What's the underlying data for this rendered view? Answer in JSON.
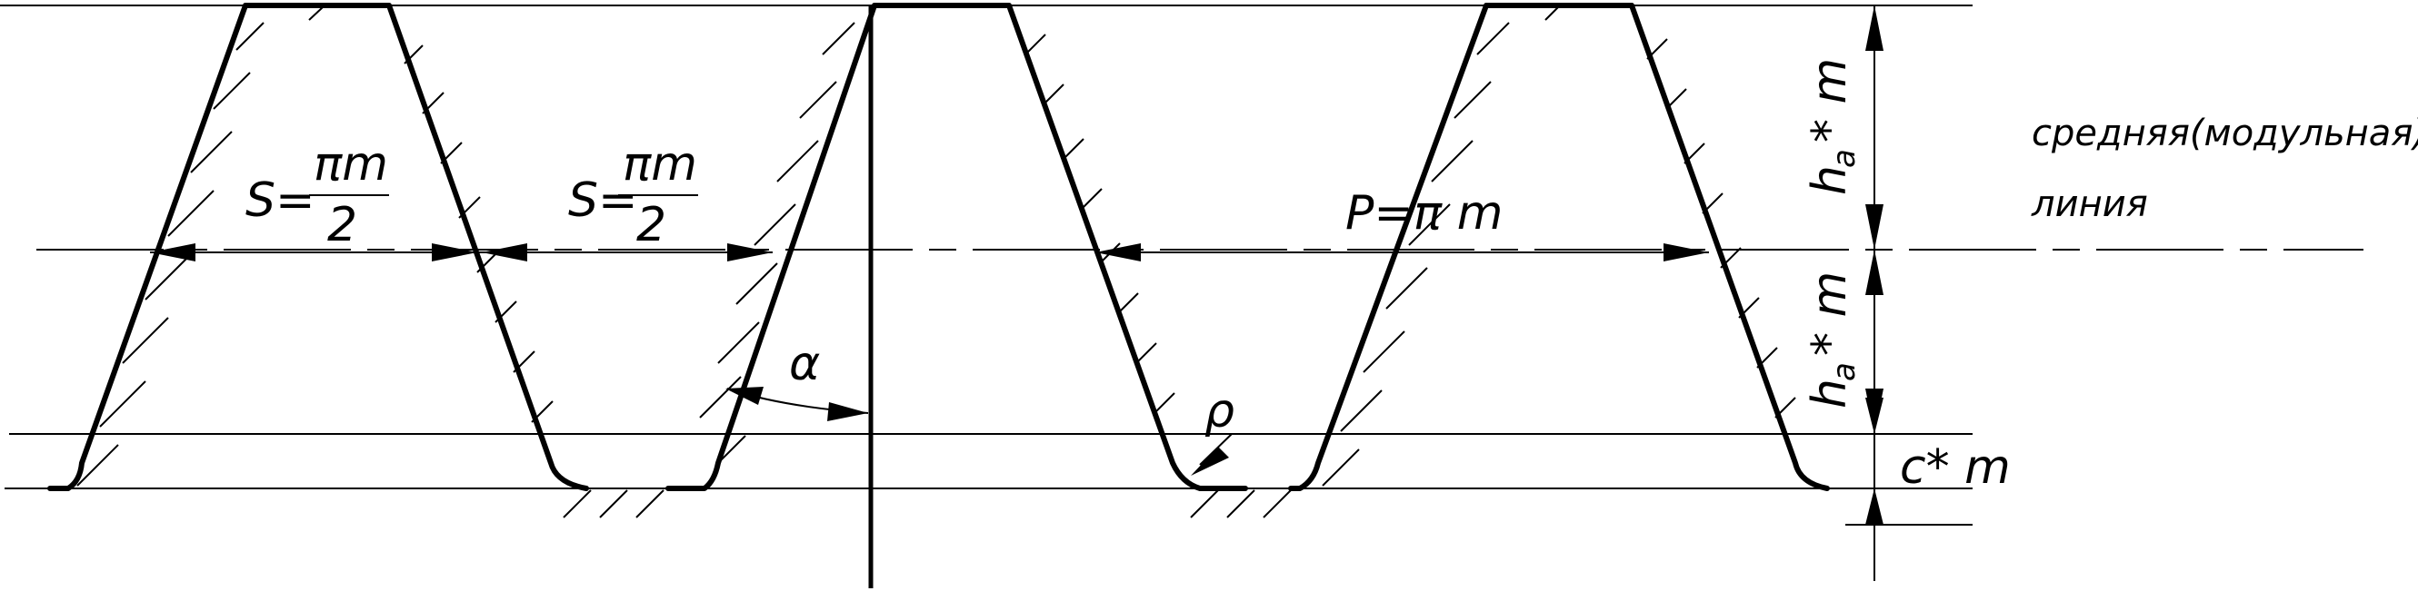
{
  "labels": {
    "s_left": "S=",
    "s_mid": "S=",
    "pi_m": "πm",
    "two": "2",
    "pitch": "P=π m",
    "alpha": "α",
    "rho": "ρ",
    "h": "h",
    "a": "a",
    "star_m": "* m",
    "c_star_m": "c* m",
    "midline_line1": "средняя(модульная)",
    "midline_line2": "линия"
  }
}
